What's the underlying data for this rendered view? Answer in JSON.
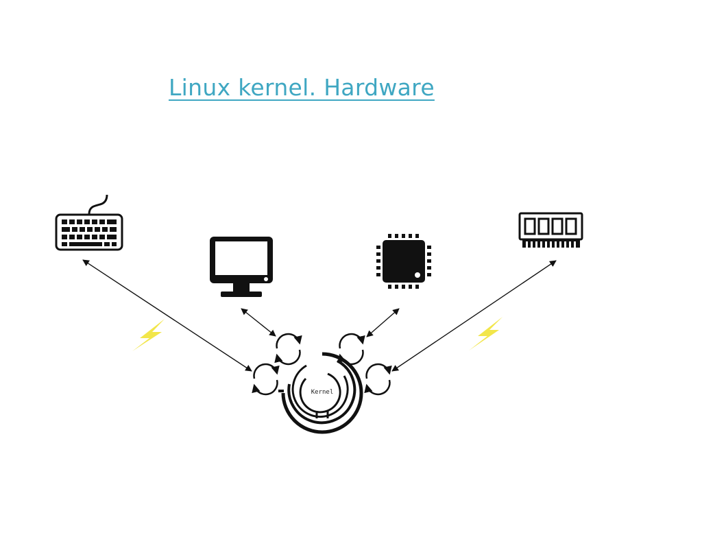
{
  "title": "Linux kernel. Hardware",
  "kernel": {
    "label": "Kernel"
  },
  "devices": [
    {
      "name": "keyboard",
      "icon": "keyboard-icon"
    },
    {
      "name": "monitor",
      "icon": "monitor-icon"
    },
    {
      "name": "cpu",
      "icon": "cpu-chip-icon"
    },
    {
      "name": "memory",
      "icon": "ram-memory-icon"
    }
  ],
  "colors": {
    "title": "#3fa7c2",
    "lightning": "#f2e64a",
    "ink": "#111111"
  }
}
